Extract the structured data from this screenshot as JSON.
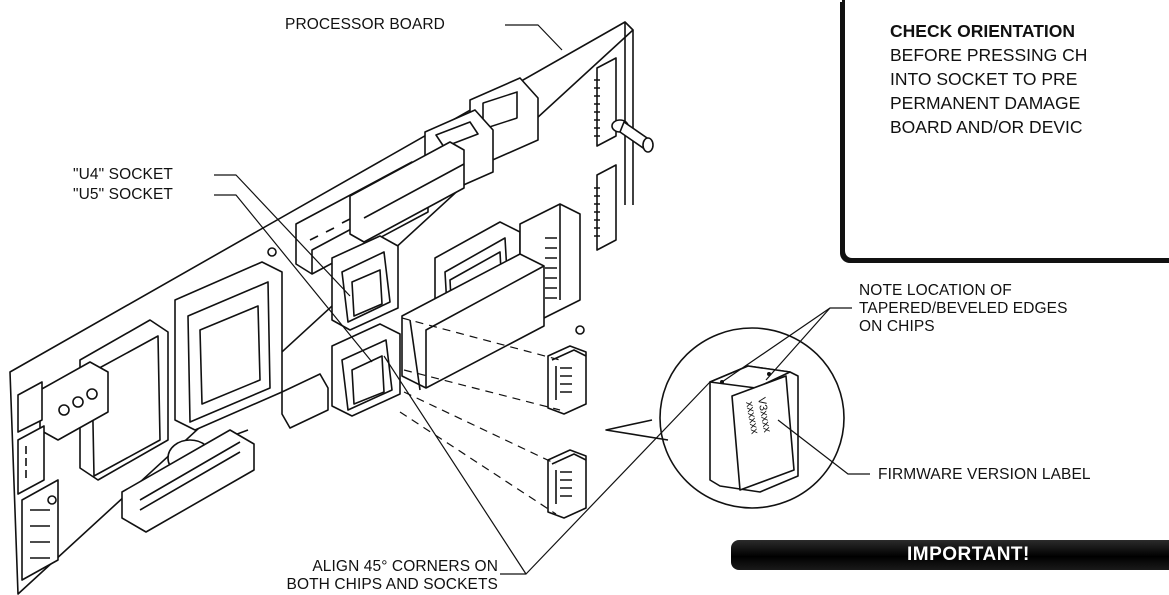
{
  "labels": {
    "processor_board": "PROCESSOR BOARD",
    "u4_socket": "\"U4\" SOCKET",
    "u5_socket": "\"U5\" SOCKET",
    "note_location": [
      "NOTE LOCATION OF",
      "TAPERED/BEVELED EDGES",
      "ON CHIPS"
    ],
    "firmware_label": "FIRMWARE VERSION LABEL",
    "align_corners": [
      "ALIGN 45° CORNERS ON",
      "BOTH CHIPS AND SOCKETS"
    ],
    "chip_text": [
      "V3xxxx",
      "xxxxxx"
    ]
  },
  "warning": {
    "lines": [
      "CHECK ORIENTATION",
      "BEFORE PRESSING CH",
      "INTO SOCKET TO PRE",
      "PERMANENT DAMAGE",
      "BOARD AND/OR DEVIC"
    ]
  },
  "banner": {
    "text": "IMPORTANT!"
  }
}
